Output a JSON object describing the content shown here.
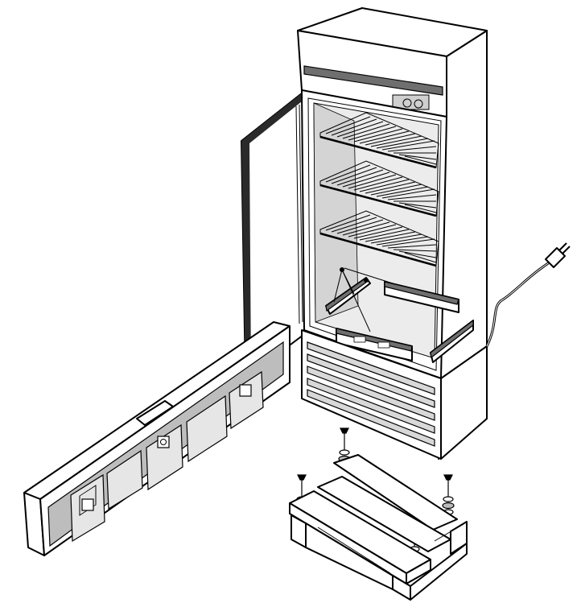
{
  "figure": {
    "kind": "line-art illustration",
    "colors": {
      "outline": "#000000",
      "background": "#ffffff",
      "shade": "#bdbdbd",
      "dark": "#6f6f6f",
      "light": "#e6e6e6"
    },
    "parts": [
      "refrigerator-cabinet",
      "open-door",
      "wire-shelves",
      "control-panel",
      "power-cord-plug",
      "toe-kick-grille",
      "detached-level-bar",
      "leveling-brackets",
      "wooden-shipping-pallet",
      "leveling-bolts"
    ]
  }
}
